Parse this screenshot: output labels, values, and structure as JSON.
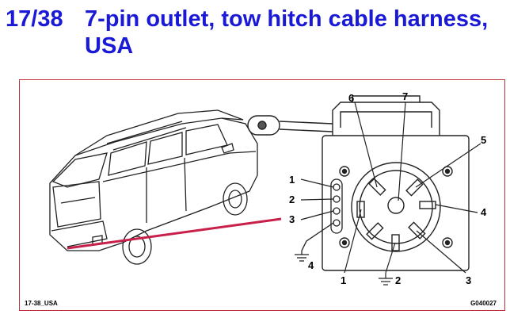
{
  "header": {
    "section_number": "17/38",
    "title": "7-pin outlet, tow hitch cable harness, USA"
  },
  "diagram": {
    "figure_id": "17-38_USA",
    "reference_id": "G040027",
    "pin_labels": {
      "pin1_left": "1",
      "pin2_left": "2",
      "pin3_left": "3",
      "ground_left": "4",
      "face_6": "6",
      "face_7": "7",
      "face_5": "5",
      "face_4": "4",
      "face_1": "1",
      "face_2": "2",
      "face_3": "3"
    },
    "colors": {
      "title": "#1a1ad6",
      "frame_border": "#c0303a",
      "pointer_line": "#c8204a"
    }
  }
}
